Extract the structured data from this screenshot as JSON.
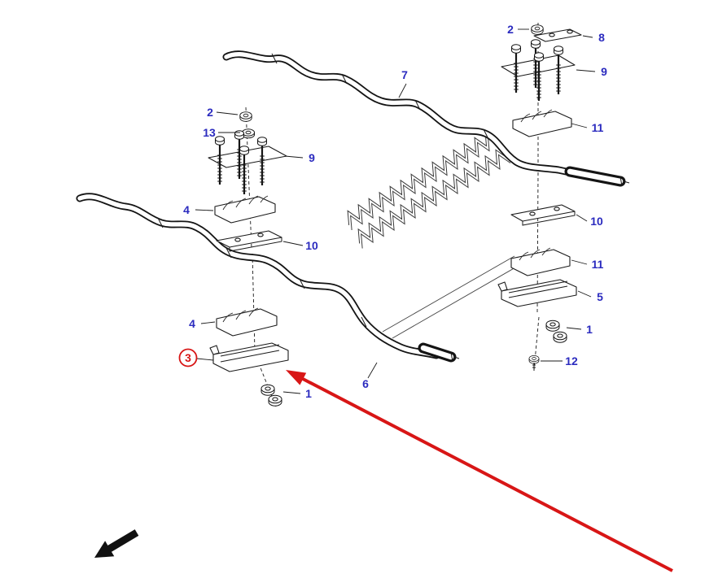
{
  "colors": {
    "label": "#2b2bbf",
    "highlight": "#d81616",
    "line": "#1a1a1a",
    "bg": "#ffffff"
  },
  "callouts": [
    {
      "id": "nut-top-right",
      "label": "2",
      "highlighted": false
    },
    {
      "id": "plate-8",
      "label": "8",
      "highlighted": false
    },
    {
      "id": "bolt-bracket-right",
      "label": "9",
      "highlighted": false
    },
    {
      "id": "clamp-11-upper",
      "label": "11",
      "highlighted": false
    },
    {
      "id": "stabilizer-bar-upper",
      "label": "7",
      "highlighted": false
    },
    {
      "id": "plate-10-right",
      "label": "10",
      "highlighted": false
    },
    {
      "id": "clamp-11-lower",
      "label": "11",
      "highlighted": false
    },
    {
      "id": "bracket-5",
      "label": "5",
      "highlighted": false
    },
    {
      "id": "nuts-1-right",
      "label": "1",
      "highlighted": false
    },
    {
      "id": "bolt-12",
      "label": "12",
      "highlighted": false
    },
    {
      "id": "nut-left",
      "label": "2",
      "highlighted": false
    },
    {
      "id": "washer-13",
      "label": "13",
      "highlighted": false
    },
    {
      "id": "bolt-bracket-left",
      "label": "9",
      "highlighted": false
    },
    {
      "id": "clamp-4-upper",
      "label": "4",
      "highlighted": false
    },
    {
      "id": "plate-10-left",
      "label": "10",
      "highlighted": false
    },
    {
      "id": "clamp-4-lower",
      "label": "4",
      "highlighted": false
    },
    {
      "id": "bracket-3",
      "label": "3",
      "highlighted": true
    },
    {
      "id": "nuts-1-left",
      "label": "1",
      "highlighted": false
    },
    {
      "id": "stabilizer-bar-lower",
      "label": "6",
      "highlighted": false
    }
  ]
}
